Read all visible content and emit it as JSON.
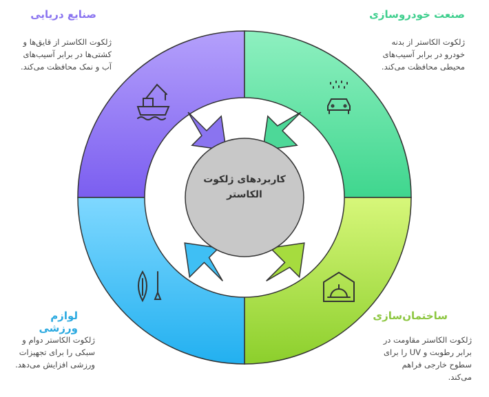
{
  "center": {
    "title": "کاربردهای ژلکوت الکاستر"
  },
  "sections": [
    {
      "title": "صنایع دریایی",
      "description": "ژلکوت الکاستر از قایق‌ها و کشتی‌ها در برابر آسیب‌های آب و نمک محافظت می‌کند.",
      "icon": "ship-crane-icon",
      "color": "#8a74f0"
    },
    {
      "title": "صنعت خودروسازی",
      "description": "ژلکوت الکاستر از بدنه خودرو در برابر آسیب‌های محیطی محافظت می‌کند.",
      "icon": "car-wash-icon",
      "color": "#3fcf8e"
    },
    {
      "title": "ساختمان‌سازی",
      "description": "ژلکوت الکاستر مقاومت در برابر رطوبت و UV را برای سطوح خارجی فراهم می‌کند.",
      "icon": "hard-hat-icon",
      "color": "#8cc63f"
    },
    {
      "title": "لوازم ورزشی",
      "description": "ژلکوت الکاستر دوام و سبکی را برای تجهیزات ورزشی افزایش می‌دهد.",
      "icon": "paddle-board-icon",
      "color": "#2aa9e0"
    }
  ]
}
